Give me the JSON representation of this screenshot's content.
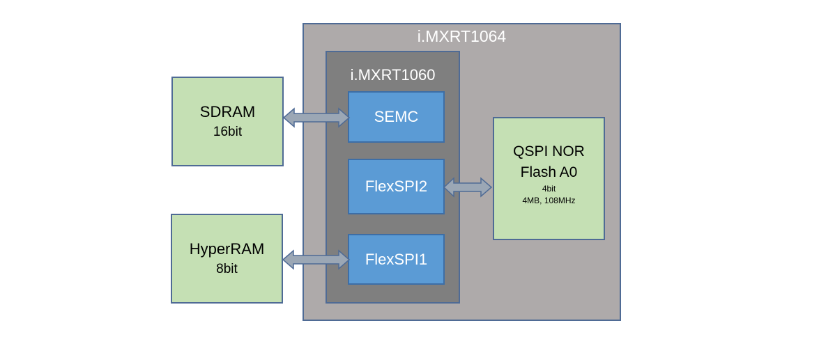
{
  "outer": {
    "title": "i.MXRT1064"
  },
  "inner": {
    "title": "i.MXRT1060"
  },
  "blocks": {
    "semc": "SEMC",
    "flexspi2": "FlexSPI2",
    "flexspi1": "FlexSPI1"
  },
  "sdram": {
    "name": "SDRAM",
    "width": "16bit"
  },
  "hyperram": {
    "name": "HyperRAM",
    "width": "8bit"
  },
  "flash": {
    "line1": "QSPI NOR",
    "line2": "Flash A0",
    "width": "4bit",
    "spec": "4MB, 108MHz"
  },
  "colors": {
    "outer_fill": "#aeaaaa",
    "inner_fill": "#7f7f7f",
    "block_fill": "#5b9bd5",
    "memory_fill": "#c5e0b4",
    "arrow_fill": "#9ba7b5",
    "border": "#4f6b95"
  }
}
